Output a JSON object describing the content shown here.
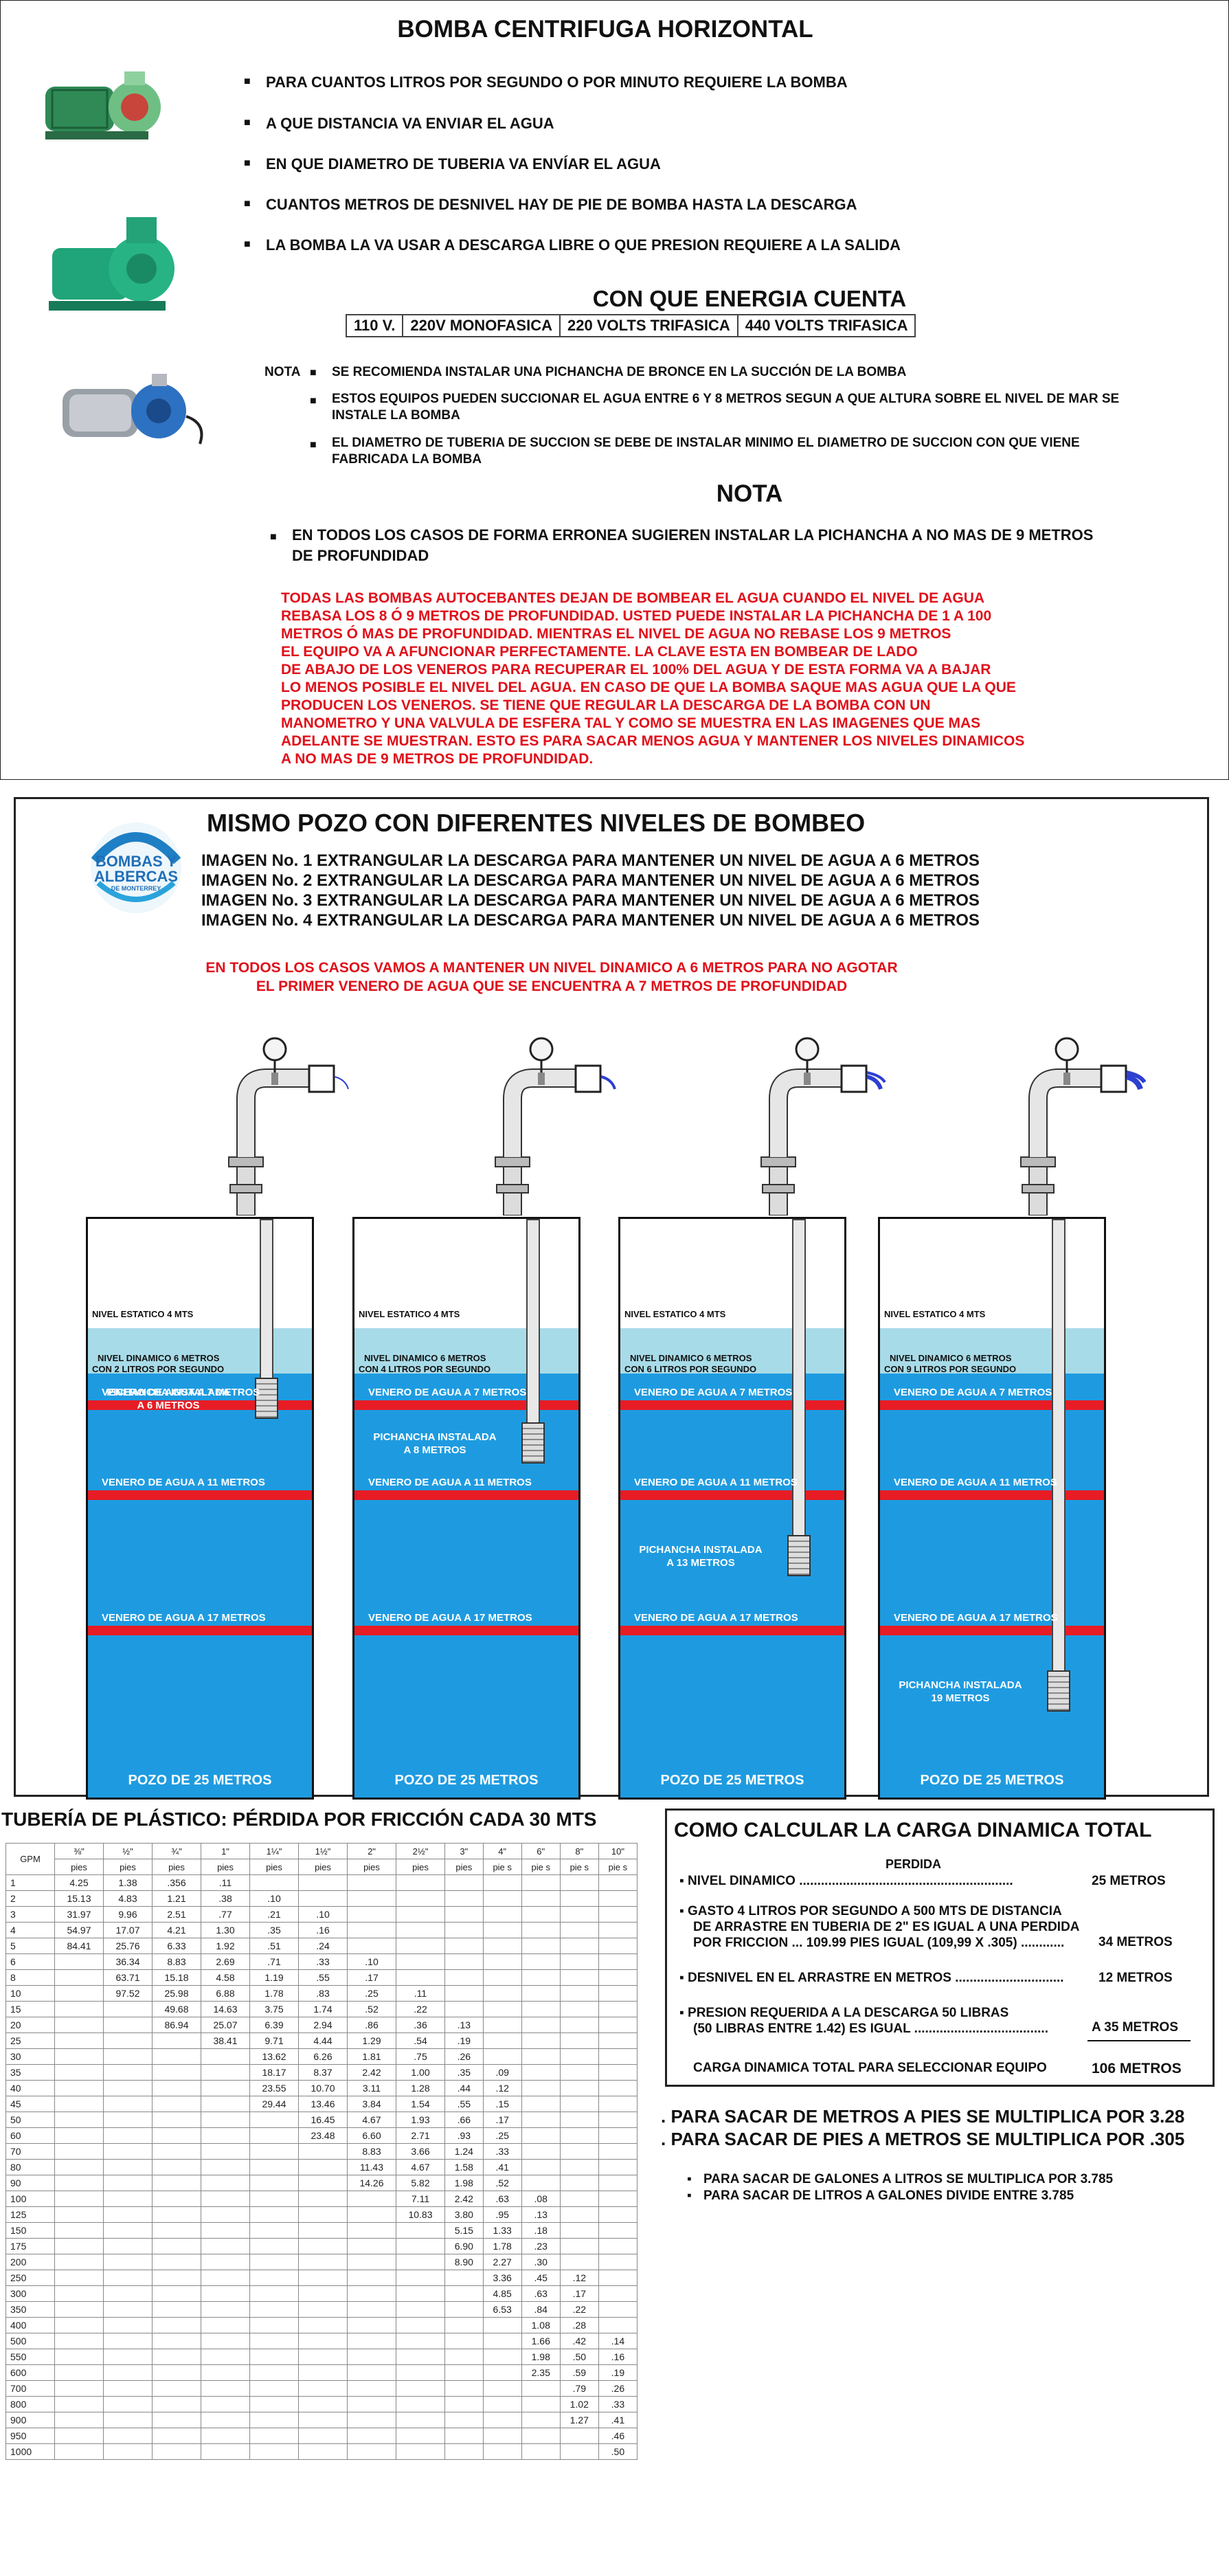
{
  "top": {
    "title": "BOMBA CENTRIFUGA HORIZONTAL",
    "questions": [
      "PARA CUANTOS LITROS POR SEGUNDO O POR MINUTO REQUIERE LA BOMBA",
      "A QUE DISTANCIA VA ENVIAR EL AGUA",
      "EN QUE DIAMETRO DE TUBERIA VA ENVÍAR EL AGUA",
      "CUANTOS METROS DE DESNIVEL HAY DE PIE DE BOMBA HASTA LA DESCARGA",
      "LA BOMBA LA VA USAR A DESCARGA LIBRE O QUE PRESION REQUIERE A LA SALIDA"
    ],
    "energy_title": "CON QUE ENERGIA CUENTA",
    "energy_options": [
      "110 V.",
      "220V MONOFASICA",
      "220 VOLTS TRIFASICA",
      "440 VOLTS TRIFASICA"
    ],
    "nota_label": "NOTA",
    "notes": [
      "SE RECOMIENDA INSTALAR UNA  PICHANCHA DE BRONCE EN LA SUCCIÓN DE LA BOMBA",
      "ESTOS EQUIPOS PUEDEN SUCCIONAR EL AGUA ENTRE 6 Y 8 METROS SEGUN A QUE ALTURA SOBRE EL NIVEL DE MAR SE INSTALE LA BOMBA",
      "EL DIAMETRO DE TUBERIA DE SUCCION SE DEBE DE INSTALAR MINIMO EL DIAMETRO DE SUCCION CON QUE VIENE FABRICADA LA BOMBA"
    ],
    "nota_title": "NOTA",
    "nota_bullet": "EN TODOS LOS CASOS DE FORMA ERRONEA SUGIEREN INSTALAR LA PICHANCHA A NO MAS DE 9 METROS DE PROFUNDIDAD",
    "red_paragraph": [
      "TODAS LAS BOMBAS AUTOCEBANTES DEJAN DE BOMBEAR EL AGUA CUANDO EL NIVEL DE AGUA",
      "REBASA LOS 8 Ó 9 METROS DE PROFUNDIDAD. USTED PUEDE INSTALAR LA PICHANCHA DE 1 A 100",
      "METROS Ó MAS DE PROFUNDIDAD. MIENTRAS EL NIVEL DE AGUA NO REBASE LOS 9 METROS",
      "EL EQUIPO VA A AFUNCIONAR PERFECTAMENTE. LA CLAVE ESTA EN BOMBEAR DE LADO",
      "DE ABAJO DE LOS VENEROS PARA RECUPERAR EL 100% DEL AGUA Y DE ESTA FORMA VA A BAJAR",
      "LO MENOS POSIBLE EL NIVEL DEL AGUA. EN CASO DE QUE LA BOMBA SAQUE MAS AGUA QUE LA QUE",
      "PRODUCEN LOS VENEROS. SE TIENE QUE REGULAR LA DESCARGA DE LA BOMBA CON UN",
      "MANOMETRO Y UNA VALVULA DE ESFERA TAL Y COMO SE MUESTRA EN LAS IMAGENES QUE MAS",
      "ADELANTE SE MUESTRAN. ESTO ES PARA SACAR MENOS AGUA Y MANTENER LOS NIVELES DINAMICOS",
      "A NO MAS DE 9 METROS DE PROFUNDIDAD."
    ]
  },
  "middle": {
    "title": "MISMO POZO CON DIFERENTES NIVELES DE BOMBEO",
    "logo": [
      "BOMBAS Y",
      "ALBERCAS",
      "DE MONTERREY"
    ],
    "images": [
      "IMAGEN No. 1 EXTRANGULAR LA DESCARGA PARA MANTENER UN NIVEL DE AGUA A 6 METROS",
      "IMAGEN No. 2 EXTRANGULAR LA DESCARGA PARA MANTENER UN NIVEL DE AGUA A 6 METROS",
      "IMAGEN No. 3 EXTRANGULAR LA DESCARGA PARA MANTENER UN NIVEL DE AGUA A 6 METROS",
      "IMAGEN No. 4 EXTRANGULAR LA DESCARGA PARA MANTENER UN NIVEL DE AGUA A 6 METROS"
    ],
    "red_note": [
      "EN TODOS LOS CASOS VAMOS A MANTENER UN NIVEL DINAMICO A 6 METROS PARA NO AGOTAR",
      "EL PRIMER VENERO DE AGUA QUE SE ENCUENTRA A 7 METROS DE PROFUNDIDAD"
    ],
    "wells": [
      {
        "estatico": "NIVEL ESTATICO 4 MTS",
        "dinamico": "NIVEL DINAMICO 6 METROS",
        "litros": "CON 2 LITROS POR SEGUNDO",
        "pichancha": [
          "PICHANCHA INSTALADA",
          "A 6 METROS"
        ],
        "v7": "VENERO DE AGUA A 7 METROS",
        "v11": "VENERO DE AGUA A 11 METROS",
        "v17": "VENERO DE AGUA A 17 METROS",
        "pozo": "POZO DE 25 METROS",
        "depth": 6
      },
      {
        "estatico": "NIVEL ESTATICO 4 MTS",
        "dinamico": "NIVEL DINAMICO 6 METROS",
        "litros": "CON 4 LITROS POR SEGUNDO",
        "pichancha": [
          "PICHANCHA INSTALADA",
          "A 8 METROS"
        ],
        "v7": "VENERO DE AGUA A 7 METROS",
        "v11": "VENERO DE AGUA A 11 METROS",
        "v17": "VENERO DE AGUA A 17 METROS",
        "pozo": "POZO DE 25 METROS",
        "depth": 8
      },
      {
        "estatico": "NIVEL ESTATICO 4 MTS",
        "dinamico": "NIVEL DINAMICO 6 METROS",
        "litros": "CON 6 LITROS POR SEGUNDO",
        "pichancha": [
          "PICHANCHA INSTALADA",
          "A 13 METROS"
        ],
        "v7": "VENERO DE AGUA A 7 METROS",
        "v11": "VENERO DE AGUA A 11 METROS",
        "v17": "VENERO DE AGUA A 17 METROS",
        "pozo": "POZO DE 25 METROS",
        "depth": 13
      },
      {
        "estatico": "NIVEL ESTATICO 4 MTS",
        "dinamico": "NIVEL DINAMICO 6 METROS",
        "litros": "CON 9 LITROS POR SEGUNDO",
        "pichancha": [
          "PICHANCHA INSTALADA",
          "19 METROS"
        ],
        "v7": "VENERO DE AGUA A 7 METROS",
        "v11": "VENERO DE AGUA A 11 METROS",
        "v17": "VENERO DE AGUA A 17 METROS",
        "pozo": "POZO DE 25 METROS",
        "depth": 19
      }
    ]
  },
  "friction": {
    "title": "TUBERÍA DE PLÁSTICO: PÉRDIDA POR FRICCIÓN CADA 30 MTS",
    "gpm_label": "GPM",
    "headers": [
      "⅜\"",
      "½\"",
      "¾\"",
      "1\"",
      "1¼\"",
      "1½\"",
      "2\"",
      "2½\"",
      "3\"",
      "4\"",
      "6\"",
      "8\"",
      "10\""
    ],
    "subheaders": [
      "pies",
      "pies",
      "pies",
      "pies",
      "pies",
      "pies",
      "pies",
      "pies",
      "pies",
      "pie s",
      "pie s",
      "pie s",
      "pie s"
    ],
    "rows": [
      [
        "1",
        "4.25",
        "1.38",
        ".356",
        ".11",
        "",
        "",
        "",
        "",
        "",
        "",
        "",
        "",
        ""
      ],
      [
        "2",
        "15.13",
        "4.83",
        "1.21",
        ".38",
        ".10",
        "",
        "",
        "",
        "",
        "",
        "",
        "",
        ""
      ],
      [
        "3",
        "31.97",
        "9.96",
        "2.51",
        ".77",
        ".21",
        ".10",
        "",
        "",
        "",
        "",
        "",
        "",
        ""
      ],
      [
        "4",
        "54.97",
        "17.07",
        "4.21",
        "1.30",
        ".35",
        ".16",
        "",
        "",
        "",
        "",
        "",
        "",
        ""
      ],
      [
        "5",
        "84.41",
        "25.76",
        "6.33",
        "1.92",
        ".51",
        ".24",
        "",
        "",
        "",
        "",
        "",
        "",
        ""
      ],
      [
        "6",
        "",
        "36.34",
        "8.83",
        "2.69",
        ".71",
        ".33",
        ".10",
        "",
        "",
        "",
        "",
        "",
        ""
      ],
      [
        "8",
        "",
        "63.71",
        "15.18",
        "4.58",
        "1.19",
        ".55",
        ".17",
        "",
        "",
        "",
        "",
        "",
        ""
      ],
      [
        "10",
        "",
        "97.52",
        "25.98",
        "6.88",
        "1.78",
        ".83",
        ".25",
        ".11",
        "",
        "",
        "",
        "",
        ""
      ],
      [
        "15",
        "",
        "",
        "49.68",
        "14.63",
        "3.75",
        "1.74",
        ".52",
        ".22",
        "",
        "",
        "",
        "",
        ""
      ],
      [
        "20",
        "",
        "",
        "86.94",
        "25.07",
        "6.39",
        "2.94",
        ".86",
        ".36",
        ".13",
        "",
        "",
        "",
        ""
      ],
      [
        "25",
        "",
        "",
        "",
        "38.41",
        "9.71",
        "4.44",
        "1.29",
        ".54",
        ".19",
        "",
        "",
        "",
        ""
      ],
      [
        "30",
        "",
        "",
        "",
        "",
        "13.62",
        "6.26",
        "1.81",
        ".75",
        ".26",
        "",
        "",
        "",
        ""
      ],
      [
        "35",
        "",
        "",
        "",
        "",
        "18.17",
        "8.37",
        "2.42",
        "1.00",
        ".35",
        ".09",
        "",
        "",
        ""
      ],
      [
        "40",
        "",
        "",
        "",
        "",
        "23.55",
        "10.70",
        "3.11",
        "1.28",
        ".44",
        ".12",
        "",
        "",
        ""
      ],
      [
        "45",
        "",
        "",
        "",
        "",
        "29.44",
        "13.46",
        "3.84",
        "1.54",
        ".55",
        ".15",
        "",
        "",
        ""
      ],
      [
        "50",
        "",
        "",
        "",
        "",
        "",
        "16.45",
        "4.67",
        "1.93",
        ".66",
        ".17",
        "",
        "",
        ""
      ],
      [
        "60",
        "",
        "",
        "",
        "",
        "",
        "23.48",
        "6.60",
        "2.71",
        ".93",
        ".25",
        "",
        "",
        ""
      ],
      [
        "70",
        "",
        "",
        "",
        "",
        "",
        "",
        "8.83",
        "3.66",
        "1.24",
        ".33",
        "",
        "",
        ""
      ],
      [
        "80",
        "",
        "",
        "",
        "",
        "",
        "",
        "11.43",
        "4.67",
        "1.58",
        ".41",
        "",
        "",
        ""
      ],
      [
        "90",
        "",
        "",
        "",
        "",
        "",
        "",
        "14.26",
        "5.82",
        "1.98",
        ".52",
        "",
        "",
        ""
      ],
      [
        "100",
        "",
        "",
        "",
        "",
        "",
        "",
        "",
        "7.11",
        "2.42",
        ".63",
        ".08",
        "",
        ""
      ],
      [
        "125",
        "",
        "",
        "",
        "",
        "",
        "",
        "",
        "10.83",
        "3.80",
        ".95",
        ".13",
        "",
        ""
      ],
      [
        "150",
        "",
        "",
        "",
        "",
        "",
        "",
        "",
        "",
        "5.15",
        "1.33",
        ".18",
        "",
        ""
      ],
      [
        "175",
        "",
        "",
        "",
        "",
        "",
        "",
        "",
        "",
        "6.90",
        "1.78",
        ".23",
        "",
        ""
      ],
      [
        "200",
        "",
        "",
        "",
        "",
        "",
        "",
        "",
        "",
        "8.90",
        "2.27",
        ".30",
        "",
        ""
      ],
      [
        "250",
        "",
        "",
        "",
        "",
        "",
        "",
        "",
        "",
        "",
        "3.36",
        ".45",
        ".12",
        ""
      ],
      [
        "300",
        "",
        "",
        "",
        "",
        "",
        "",
        "",
        "",
        "",
        "4.85",
        ".63",
        ".17",
        ""
      ],
      [
        "350",
        "",
        "",
        "",
        "",
        "",
        "",
        "",
        "",
        "",
        "6.53",
        ".84",
        ".22",
        ""
      ],
      [
        "400",
        "",
        "",
        "",
        "",
        "",
        "",
        "",
        "",
        "",
        "",
        "1.08",
        ".28",
        ""
      ],
      [
        "500",
        "",
        "",
        "",
        "",
        "",
        "",
        "",
        "",
        "",
        "",
        "1.66",
        ".42",
        ".14"
      ],
      [
        "550",
        "",
        "",
        "",
        "",
        "",
        "",
        "",
        "",
        "",
        "",
        "1.98",
        ".50",
        ".16"
      ],
      [
        "600",
        "",
        "",
        "",
        "",
        "",
        "",
        "",
        "",
        "",
        "",
        "2.35",
        ".59",
        ".19"
      ],
      [
        "700",
        "",
        "",
        "",
        "",
        "",
        "",
        "",
        "",
        "",
        "",
        "",
        ".79",
        ".26"
      ],
      [
        "800",
        "",
        "",
        "",
        "",
        "",
        "",
        "",
        "",
        "",
        "",
        "",
        "1.02",
        ".33"
      ],
      [
        "900",
        "",
        "",
        "",
        "",
        "",
        "",
        "",
        "",
        "",
        "",
        "",
        "1.27",
        ".41"
      ],
      [
        "950",
        "",
        "",
        "",
        "",
        "",
        "",
        "",
        "",
        "",
        "",
        "",
        "",
        ".46"
      ],
      [
        "1000",
        "",
        "",
        "",
        "",
        "",
        "",
        "",
        "",
        "",
        "",
        "",
        "",
        ".50"
      ]
    ]
  },
  "calc": {
    "title": "COMO CALCULAR LA CARGA DINAMICA TOTAL",
    "perdida": "PERDIDA",
    "nivel": "NIVEL DINAMICO ...........................................................",
    "nivel_val": "25 METROS",
    "gasto": [
      "GASTO 4 LITROS POR SEGUNDO A 500 MTS DE DISTANCIA",
      "DE ARRASTRE EN TUBERIA DE 2\" ES IGUAL A UNA  PERDIDA",
      "POR FRICCION ... 109.99 PIES IGUAL (109,99 X .305) ............"
    ],
    "gasto_val": "34 METROS",
    "desnivel": "DESNIVEL EN EL ARRASTRE EN METROS  ..............................",
    "desnivel_val": "12 METROS",
    "presion": [
      "PRESION REQUERIDA A LA DESCARGA 50 LIBRAS",
      "(50 LIBRAS ENTRE 1.42)  ES IGUAL ....................................."
    ],
    "presion_val": "A 35 METROS",
    "total": "CARGA DINAMICA TOTAL PARA SELECCIONAR EQUIPO",
    "total_val": "106 METROS",
    "conv1": "PARA SACAR DE METROS A PIES SE MULTIPLICA POR 3.28",
    "conv2": "PARA SACAR DE PIES A METROS SE MULTIPLICA POR .305",
    "conv3": "PARA SACAR DE GALONES A LITROS  SE MULTIPLICA POR 3.785",
    "conv4": "PARA SACAR DE LITROS A GALONES DIVIDE ENTRE 3.785"
  },
  "colors": {
    "red": "#e0101a",
    "water": "#1e9be0",
    "water_light": "#a8dbe8",
    "vein": "#e81c24"
  }
}
